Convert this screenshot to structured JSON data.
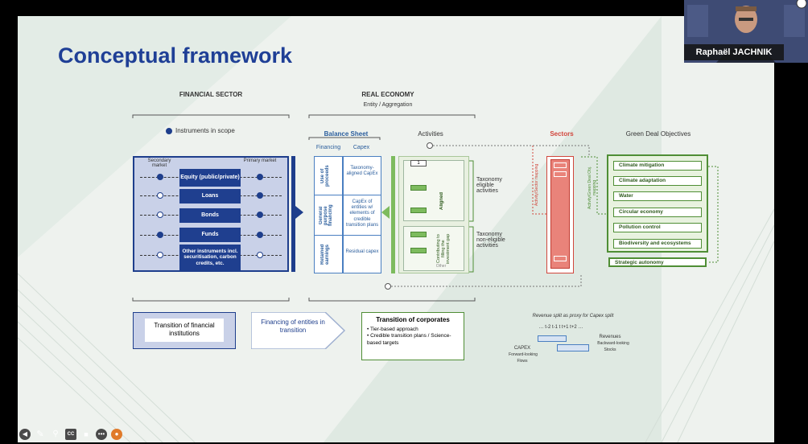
{
  "slide": {
    "title": "Conceptual framework",
    "financial_sector": "FINANCIAL SECTOR",
    "real_economy": "REAL ECONOMY",
    "entity_aggregation": "Entity / Aggregation",
    "instruments_in_scope": "Instruments in scope",
    "secondary_market": "Secondary market",
    "primary_market": "Primary market",
    "instruments": [
      "Equity (public/private)",
      "Loans",
      "Bonds",
      "Funds",
      "Other instruments incl. securitisation, carbon credits, etc."
    ],
    "balance_sheet": "Balance Sheet",
    "financing": "Financing",
    "capex": "Capex",
    "bs_left": [
      "Use of proceeds",
      "General purpose financing",
      "Retained earnings"
    ],
    "bs_right": [
      "Taxonomy-aligned CapEx",
      "CapEx of entities w/ elements of credible transition plans",
      "Residual capex"
    ],
    "activities": "Activities",
    "aligned": "Aligned",
    "contributing": "Contributing to filling the investment gap",
    "other": "Other",
    "taxonomy_eligible": "Taxonomy eligible activities",
    "taxonomy_non_eligible": "Taxonomy non-eligible activities",
    "sectors": "Sectors",
    "activity_sector_mapping": "Activity/Sector mapping",
    "activity_gd_mapping": "Activity/Green Deal Obj. mapping",
    "green_deal_objectives": "Green Deal Objectives",
    "objectives": [
      "Climate mitigation",
      "Climate adaptation",
      "Water",
      "Circular economy",
      "Pollution control",
      "Biodiversity and ecosystems"
    ],
    "strategic_autonomy": "Strategic autonomy",
    "transition_fin_inst": "Transition of financial institutions",
    "financing_entities": "Financing of entities in transition",
    "transition_corporates": "Transition of corporates",
    "tc_bullets": [
      "Tier-based approach",
      "Credible transition plans / Science-based targets"
    ],
    "revenue_split": "Revenue split as proxy for Capex split",
    "timeline": "… t-2  t-1  t  t+1  t+2 …",
    "revenues": "Revenues",
    "backward_looking": "Backward-looking",
    "stocks": "Stocks",
    "capex_label": "CAPEX",
    "forward_looking": "Forward-looking",
    "flows": "Flows"
  },
  "video": {
    "participant_name": "Raphaël JACHNIK"
  },
  "toolbar": {
    "icons": [
      "back-icon",
      "pen-icon",
      "zoom-icon",
      "cc-icon",
      "camera-icon",
      "more-icon",
      "stop-icon"
    ]
  },
  "colors": {
    "title_blue": "#1f3f96",
    "navy": "#1e3e8c",
    "green": "#4f8e35",
    "red": "#d1463c"
  }
}
